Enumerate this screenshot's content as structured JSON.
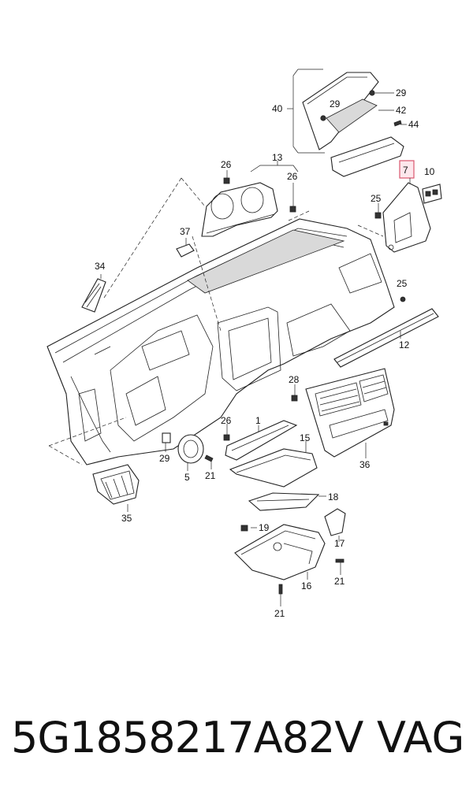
{
  "diagram": {
    "callouts": {
      "c1": "1",
      "c5": "5",
      "c7": "7",
      "c10": "10",
      "c12": "12",
      "c13": "13",
      "c15": "15",
      "c16": "16",
      "c17": "17",
      "c18": "18",
      "c19": "19",
      "c21a": "21",
      "c21b": "21",
      "c21c": "21",
      "c25a": "25",
      "c25b": "25",
      "c26a": "26",
      "c26b": "26",
      "c26c": "26",
      "c28": "28",
      "c29a": "29",
      "c29b": "29",
      "c29c": "29",
      "c34": "34",
      "c35": "35",
      "c36": "36",
      "c37": "37",
      "c40": "40",
      "c42": "42",
      "c44": "44"
    },
    "highlight_color": "#d9566f"
  },
  "footer": {
    "part_number": "5G1858217A82V",
    "brand": "VAG"
  }
}
